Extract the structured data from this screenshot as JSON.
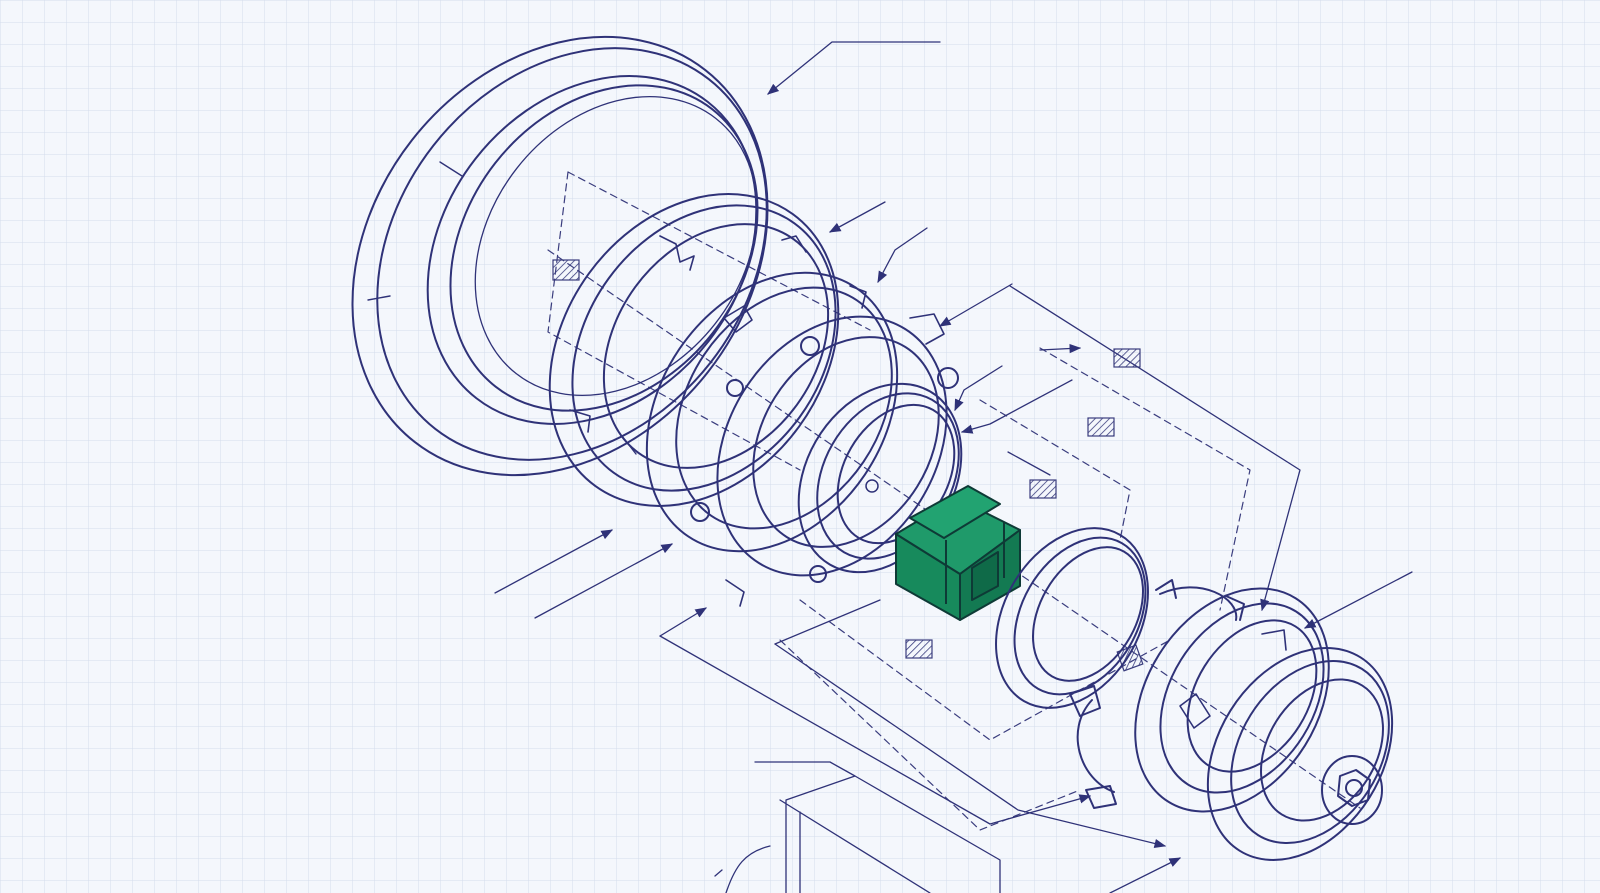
{
  "colors": {
    "paper": "#f4f7fc",
    "grid": "#d4dcec",
    "ink": "#2f3278",
    "ink_light": "#5a5e9a",
    "accent_fill": "#178a5c",
    "accent_face": "#1f9a6a",
    "accent_stroke": "#0e3a36",
    "hatch": "#3a3d7e"
  },
  "components": [
    {
      "id": "outer-bezel-ring",
      "label": ""
    },
    {
      "id": "notched-retaining-ring",
      "label": ""
    },
    {
      "id": "clamp-ring",
      "label": ""
    },
    {
      "id": "bolted-mount-flange",
      "label": ""
    },
    {
      "id": "inner-bearing-ring",
      "label": ""
    },
    {
      "id": "highlighted-core-cube",
      "label": ""
    },
    {
      "id": "thin-seal-ring",
      "label": ""
    },
    {
      "id": "split-c-clip",
      "label": ""
    },
    {
      "id": "slotted-gear-ring",
      "label": ""
    },
    {
      "id": "end-cap-with-nut",
      "label": ""
    }
  ],
  "icons": [
    "hatched-section-marker",
    "leader-arrow"
  ]
}
